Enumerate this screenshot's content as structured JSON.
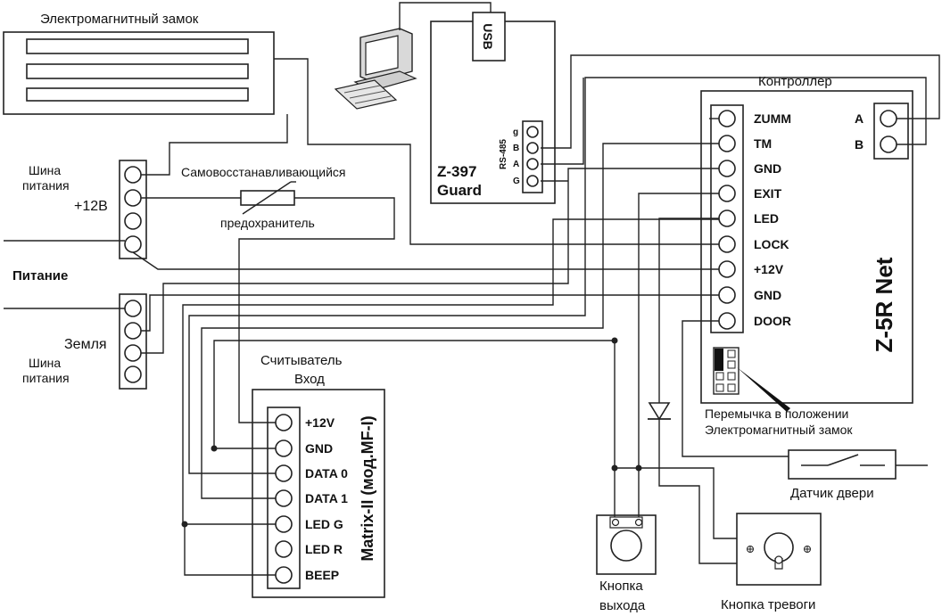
{
  "lock": {
    "title": "Электромагнитный замок"
  },
  "computer": {
    "usb": "USB"
  },
  "guard": {
    "line1": "Z-397",
    "line2": "Guard",
    "bus": "RS-485",
    "pins": [
      "g",
      "B",
      "A",
      "G"
    ]
  },
  "controller": {
    "title": "Контроллер",
    "model": "Z-5R Net",
    "pins": [
      "ZUMM",
      "TM",
      "GND",
      "EXIT",
      "LED",
      "LOCK",
      "+12V",
      "GND",
      "DOOR"
    ],
    "ab_pins": [
      "A",
      "B"
    ],
    "jumper_note_1": "Перемычка в положении",
    "jumper_note_2": "Электромагнитный замок"
  },
  "power": {
    "bus_top_1": "Шина",
    "bus_top_2": "питания",
    "plus12": "+12В",
    "fuse_1": "Самовосстанавливающийся",
    "fuse_2": "предохранитель",
    "supply": "Питание",
    "ground": "Земля",
    "bus_bottom_1": "Шина",
    "bus_bottom_2": "питания"
  },
  "reader": {
    "title_1": "Считыватель",
    "title_2": "Вход",
    "model": "Matrix-II (мод.MF-I)",
    "pins": [
      "+12V",
      "GND",
      "DATA 0",
      "DATA 1",
      "LED G",
      "LED R",
      "BEEP"
    ]
  },
  "door_sensor": {
    "label": "Датчик двери"
  },
  "exit_button": {
    "label_1": "Кнопка",
    "label_2": "выхода"
  },
  "alarm_button": {
    "label": "Кнопка тревоги"
  }
}
